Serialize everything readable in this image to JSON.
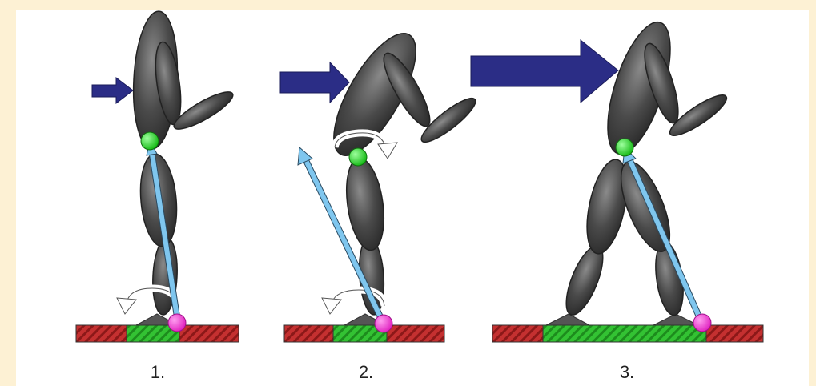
{
  "figure": {
    "labels": [
      "1.",
      "2.",
      "3."
    ]
  },
  "colors": {
    "outer_background": "#fdf1d4",
    "panel_background": "#ffffff",
    "body_segment": "#4a4a4a",
    "push_arrow": "#2b2d86",
    "reaction_vector": "#7fc6ee",
    "center_of_mass": "#19d219",
    "pressure_point": "#ee33c8",
    "support_area": "#22b022",
    "ground": "#b02828"
  },
  "icons": {
    "push": "push-force-arrow-icon",
    "rotation": "rotation-arrow-icon",
    "center_of_mass": "center-of-mass-marker",
    "pressure": "center-of-pressure-marker"
  }
}
